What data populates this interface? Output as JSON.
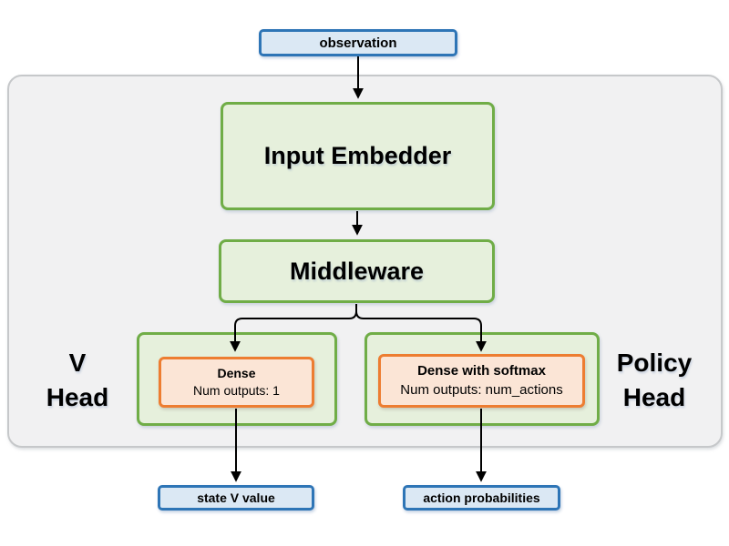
{
  "colors": {
    "blue_border": "#2e75b6",
    "blue_fill": "#dbe8f4",
    "green_border": "#70ad47",
    "green_fill": "#e6f0dc",
    "orange_border": "#ed7d31",
    "orange_fill": "#fbe5d6",
    "container_fill": "#f1f1f2",
    "container_border": "#c6c8ca",
    "arrow": "#000000"
  },
  "nodes": {
    "observation": {
      "label": "observation"
    },
    "input_embedder": {
      "label": "Input Embedder"
    },
    "middleware": {
      "label": "Middleware"
    },
    "v_head": {
      "title_line1": "V",
      "title_line2": "Head",
      "dense": {
        "title": "Dense",
        "subtitle": "Num outputs: 1"
      },
      "output": {
        "label": "state V value"
      }
    },
    "policy_head": {
      "title_line1": "Policy",
      "title_line2": "Head",
      "dense": {
        "title": "Dense with softmax",
        "subtitle": "Num outputs: num_actions"
      },
      "output": {
        "label": "action probabilities"
      }
    }
  }
}
